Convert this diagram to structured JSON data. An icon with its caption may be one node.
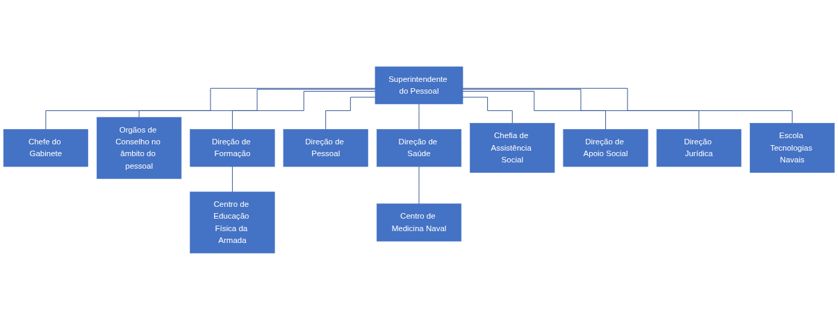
{
  "diagram": {
    "nodes": [
      {
        "text": [
          "Superintendente do Pessoal"
        ]
      },
      {
        "text": [
          "Chefe do Gabinete"
        ]
      },
      {
        "text": [
          "Orgãos de Conselho no âmbito do pessoal"
        ]
      },
      {
        "text": [
          "Direção de Formação"
        ]
      },
      {
        "text": [
          "Direção de Pessoal"
        ]
      },
      {
        "text": [
          "Direção de Saúde"
        ]
      },
      {
        "text": [
          "Chefia de Assistência Social"
        ]
      },
      {
        "text": [
          "Direção de Apoio Social"
        ]
      },
      {
        "text": [
          "Direção Jurídica"
        ]
      },
      {
        "text": [
          "Escola Tecnologias Navais"
        ]
      },
      {
        "text": [
          "Centro de Educação Física da Armada"
        ]
      },
      {
        "text": [
          "Centro de Medicina Naval"
        ]
      }
    ],
    "edges": [
      {
        "from": 0,
        "to": 1,
        "arrow": "none"
      },
      {
        "from": 0,
        "to": 2,
        "arrow": "none"
      },
      {
        "from": 0,
        "to": 3,
        "arrow": "none"
      },
      {
        "from": 0,
        "to": 4,
        "arrow": "none"
      },
      {
        "from": 0,
        "to": 5,
        "arrow": "none"
      },
      {
        "from": 0,
        "to": 6,
        "arrow": "none"
      },
      {
        "from": 0,
        "to": 7,
        "arrow": "none"
      },
      {
        "from": 0,
        "to": 8,
        "arrow": "none"
      },
      {
        "from": 0,
        "to": 9,
        "arrow": "none"
      },
      {
        "from": 3,
        "to": 10,
        "arrow": "none"
      },
      {
        "from": 5,
        "to": 11,
        "arrow": "none"
      }
    ]
  }
}
